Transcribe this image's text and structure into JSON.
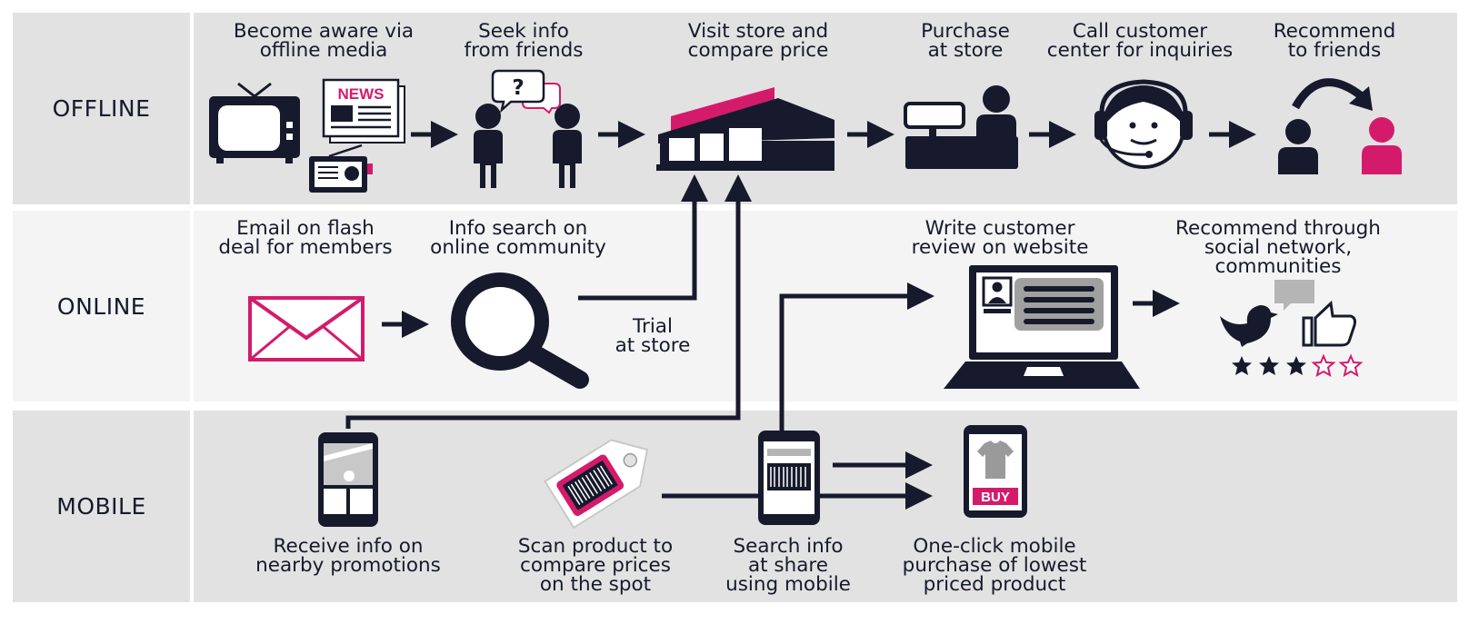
{
  "colors": {
    "dark": "#161a2c",
    "accent": "#d41b6b",
    "band_offline": "#e2e2e2",
    "band_online": "#f4f4f4",
    "band_mobile": "#e2e2e2",
    "label_bg": "#e2e2e2"
  },
  "rows": {
    "offline": "OFFLINE",
    "online": "ONLINE",
    "mobile": "MOBILE"
  },
  "offline_steps": [
    {
      "line1": "Become aware via",
      "line2": "offline media",
      "icon": "tv-newspaper-radio-icon"
    },
    {
      "line1": "Seek info",
      "line2": "from friends",
      "icon": "friends-chat-icon"
    },
    {
      "line1": "Visit store and",
      "line2": "compare price",
      "icon": "store-icon"
    },
    {
      "line1": "Purchase",
      "line2": "at store",
      "icon": "cashier-icon"
    },
    {
      "line1": "Call customer",
      "line2": "center for inquiries",
      "icon": "headset-agent-icon"
    },
    {
      "line1": "Recommend",
      "line2": "to friends",
      "icon": "recommend-arrow-icon"
    }
  ],
  "online_steps": [
    {
      "line1": "Email on flash",
      "line2": "deal for members",
      "icon": "envelope-icon"
    },
    {
      "line1": "Info search on",
      "line2": "online community",
      "icon": "magnifier-icon"
    },
    {
      "line1": "Trial",
      "line2": "at store"
    },
    {
      "line1": "Write customer",
      "line2": "review on website",
      "icon": "laptop-review-icon"
    },
    {
      "line1": "Recommend through",
      "line2": "social network,",
      "line3": "communities",
      "icon": "social-rating-icon"
    }
  ],
  "mobile_steps": [
    {
      "line1": "Receive info on",
      "line2": "nearby promotions",
      "icon": "phone-map-icon"
    },
    {
      "line1": "Scan product to",
      "line2": "compare prices",
      "line3": "on the spot",
      "icon": "price-tag-barcode-icon"
    },
    {
      "line1": "Search info",
      "line2": "at share",
      "line3": "using mobile",
      "icon": "phone-barcode-icon"
    },
    {
      "line1": "One-click mobile",
      "line2": "purchase of lowest",
      "line3": "priced product",
      "icon": "phone-buy-icon"
    }
  ],
  "icon_text": {
    "news": "NEWS",
    "question": "?",
    "buy": "BUY"
  }
}
